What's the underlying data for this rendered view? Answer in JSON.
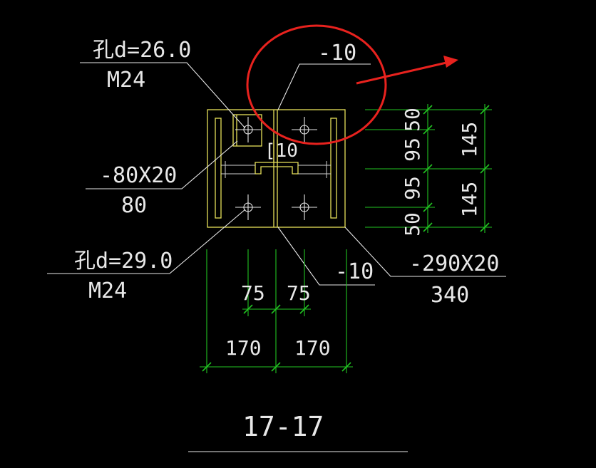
{
  "view_title": "17-17",
  "callouts": {
    "top_hole_dia": "孔d=26.0",
    "top_bolt": "M24",
    "top_plate": "-10",
    "channel": "[10",
    "washer_size": "-80X20",
    "washer_len": "80",
    "bottom_hole_dia": "孔d=29.0",
    "bottom_bolt": "M24",
    "bottom_plate": "-10",
    "base_plate_size": "-290X20",
    "base_plate_len": "340"
  },
  "dimensions": {
    "right_inner": [
      "50",
      "95",
      "95",
      "50"
    ],
    "right_outer": [
      "145",
      "145"
    ],
    "bottom_inner": [
      "75",
      "75"
    ],
    "bottom_outer": [
      "170",
      "170"
    ]
  },
  "colors": {
    "background": "#000000",
    "text": "#e8e8e8",
    "plate_lines": "#e6e05a",
    "dimension_lines": "#22c322",
    "leader_lines": "#e8e8e8",
    "markup": "#e8221e"
  }
}
